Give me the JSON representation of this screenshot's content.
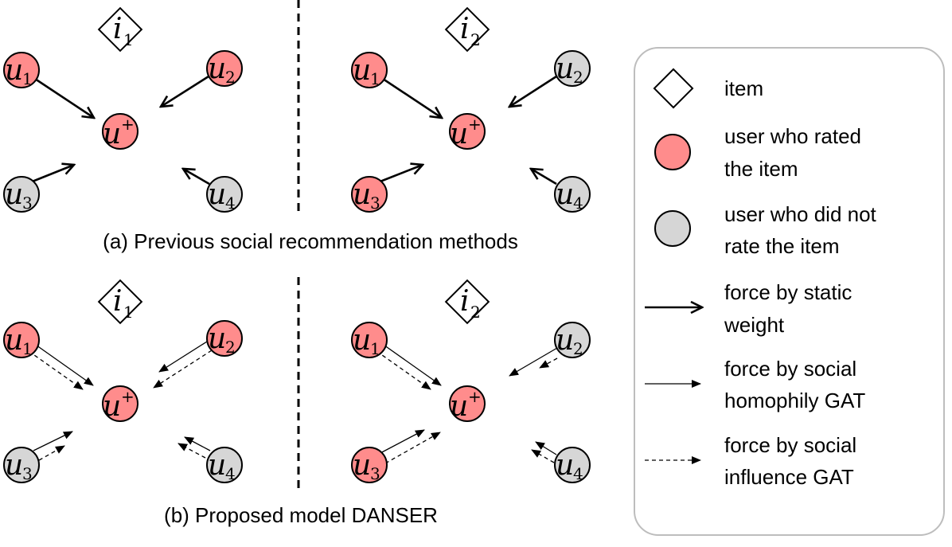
{
  "colors": {
    "rated": "#ff8c8c",
    "not_rated": "#d6d6d6",
    "stroke": "#000000",
    "legend_border": "#bdbdbd"
  },
  "nodes": {
    "u1": {
      "base": "u",
      "sub": "1"
    },
    "u2": {
      "base": "u",
      "sub": "2"
    },
    "u3": {
      "base": "u",
      "sub": "3"
    },
    "u4": {
      "base": "u",
      "sub": "4"
    },
    "u_target": {
      "base": "u",
      "sup": "+"
    },
    "item1": {
      "base": "i",
      "sub": "1"
    },
    "item2": {
      "base": "i",
      "sub": "2"
    }
  },
  "captions": {
    "a": "(a) Previous social recommendation methods",
    "b": "(b) Proposed model DANSER"
  },
  "legend": {
    "item": "item",
    "rated_1": "user who rated",
    "rated_2": "the item",
    "not_rated_1": "user who did not",
    "not_rated_2": "rate the item",
    "static_1": "force by static",
    "static_2": "weight",
    "homophily_1": "force by social",
    "homophily_2": "homophily GAT",
    "influence_1": "force by social",
    "influence_2": "influence GAT"
  }
}
